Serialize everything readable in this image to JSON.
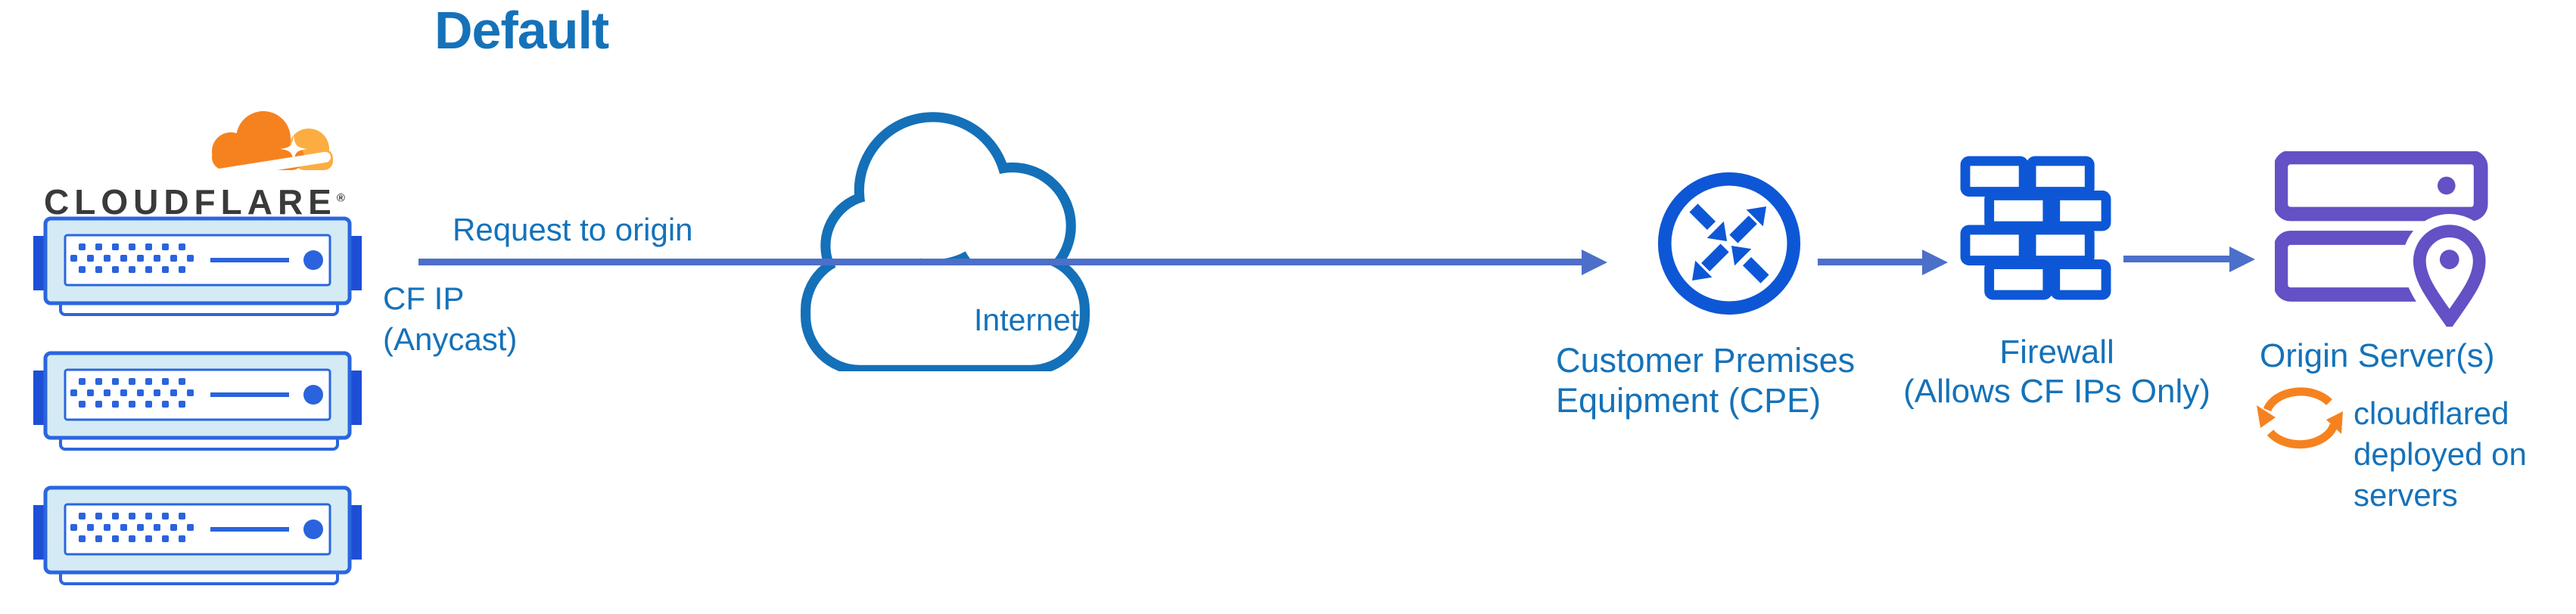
{
  "title": "Default",
  "logo": {
    "wordmark": "CLOUDFLARE",
    "registered": "®"
  },
  "cf_pop": {
    "server_count": 3
  },
  "edge_labels": {
    "request": "Request to origin",
    "cf_ip_line1": "CF IP",
    "cf_ip_line2": "(Anycast)"
  },
  "nodes": {
    "internet": {
      "label": "Internet"
    },
    "cpe": {
      "label_line1": "Customer Premises",
      "label_line2": "Equipment (CPE)"
    },
    "firewall": {
      "label_line1": "Firewall",
      "label_line2": "(Allows CF IPs Only)"
    },
    "origin": {
      "label": "Origin Server(s)",
      "note_line1": "cloudflared",
      "note_line2": "deployed on",
      "note_line3": "servers"
    }
  },
  "colors": {
    "label_blue": "#1572b9",
    "connector_blue": "#4c6fc9",
    "icon_blue": "#0d57d6",
    "server_border_blue": "#2a66df",
    "server_tab_blue": "#1d4fd6",
    "server_fill_light": "#d4ebf5",
    "origin_purple": "#6351c5",
    "cloudflare_orange": "#f6821f",
    "cloudflare_orange_light": "#fbad41",
    "wordmark_dark": "#3a3a3c",
    "background": "#ffffff"
  },
  "icons": [
    "cloudflare-logo",
    "cf-edge-server-icon",
    "internet-cloud-icon",
    "cpe-router-icon",
    "firewall-brick-icon",
    "origin-server-icon",
    "location-pin-icon",
    "sync-arrows-icon",
    "arrow-right-icon"
  ]
}
